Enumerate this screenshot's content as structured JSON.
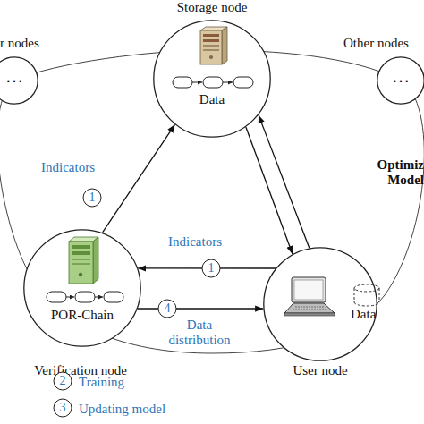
{
  "diagram": {
    "nodes": [
      {
        "text": [
          "Storage node",
          "Data"
        ]
      },
      {
        "text": [
          "r nodes",
          "…"
        ]
      },
      {
        "text": [
          "Other nodes",
          "…"
        ]
      },
      {
        "text": [
          "POR-Chain",
          "Verification node"
        ]
      },
      {
        "text": [
          "Data",
          "User node"
        ]
      }
    ],
    "edges": [
      {
        "from": 3,
        "to": 0,
        "arrow": "to",
        "label": "Indicators"
      },
      {
        "from": 0,
        "to": 4,
        "arrow": "to"
      },
      {
        "from": 4,
        "to": 0,
        "arrow": "to"
      },
      {
        "from": 4,
        "to": 3,
        "arrow": "to",
        "label": "Indicators"
      },
      {
        "from": 3,
        "to": 4,
        "arrow": "to",
        "label": "Data distribution"
      }
    ],
    "labels": [
      "1",
      "1",
      "4",
      "Optimiz Model",
      "2",
      "3"
    ],
    "legend": [
      {
        "text": "Training"
      },
      {
        "text": "Updating model"
      }
    ]
  }
}
